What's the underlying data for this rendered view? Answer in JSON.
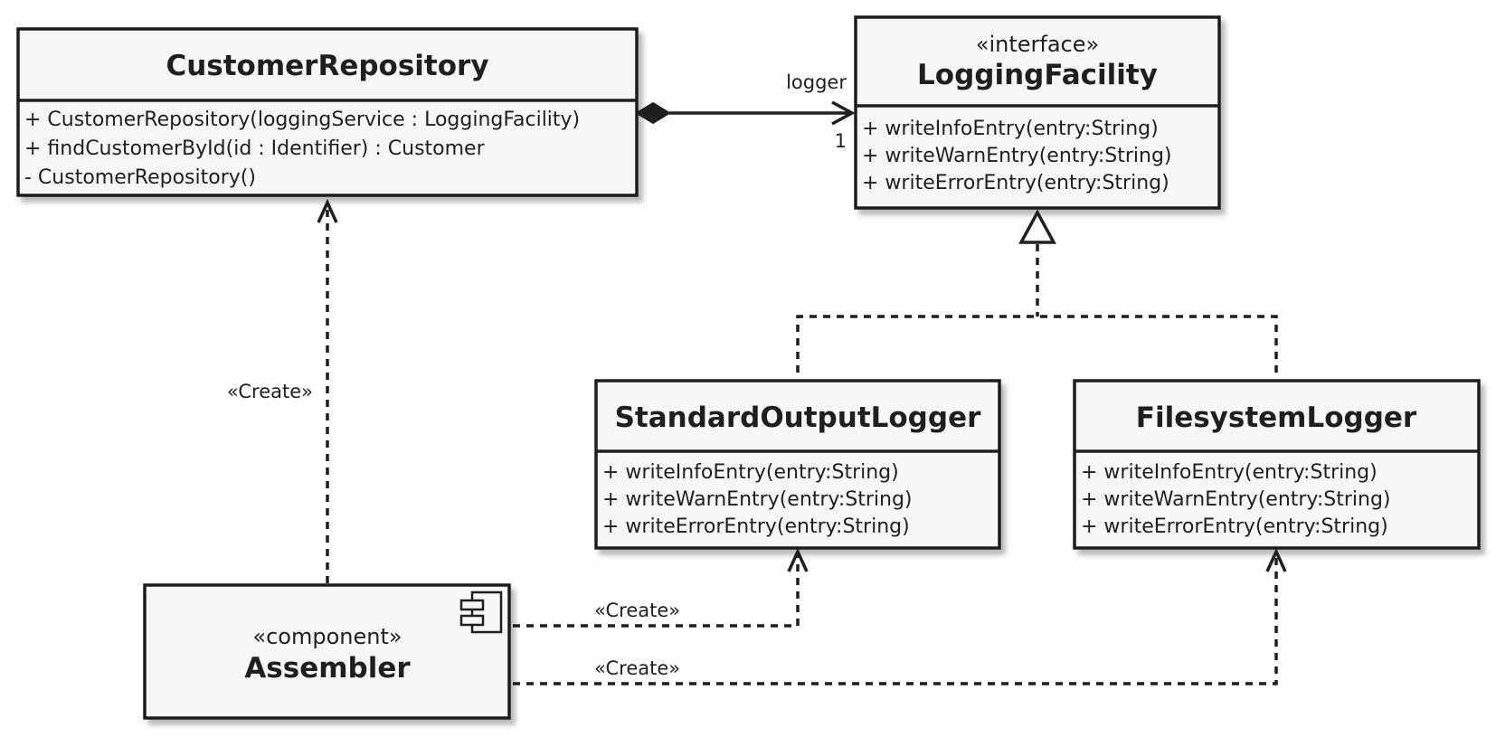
{
  "classes": {
    "customer_repository": {
      "name": "CustomerRepository",
      "members": [
        "+ CustomerRepository(loggingService : LoggingFacility)",
        "+ findCustomerById(id : Identifier) : Customer",
        "- CustomerRepository()"
      ]
    },
    "logging_facility": {
      "stereotype": "«interface»",
      "name": "LoggingFacility",
      "members": [
        "+ writeInfoEntry(entry:String)",
        "+ writeWarnEntry(entry:String)",
        "+ writeErrorEntry(entry:String)"
      ]
    },
    "standard_output_logger": {
      "name": "StandardOutputLogger",
      "members": [
        "+ writeInfoEntry(entry:String)",
        "+ writeWarnEntry(entry:String)",
        "+ writeErrorEntry(entry:String)"
      ]
    },
    "filesystem_logger": {
      "name": "FilesystemLogger",
      "members": [
        "+ writeInfoEntry(entry:String)",
        "+ writeWarnEntry(entry:String)",
        "+ writeErrorEntry(entry:String)"
      ]
    },
    "assembler": {
      "stereotype": "«component»",
      "name": "Assembler",
      "icon": "component-icon"
    }
  },
  "relations": {
    "composition": {
      "role": "logger",
      "multiplicity": "1"
    },
    "create_customer_repository": {
      "label": "«Create»"
    },
    "create_standard_output_logger": {
      "label": "«Create»"
    },
    "create_filesystem_logger": {
      "label": "«Create»"
    }
  }
}
